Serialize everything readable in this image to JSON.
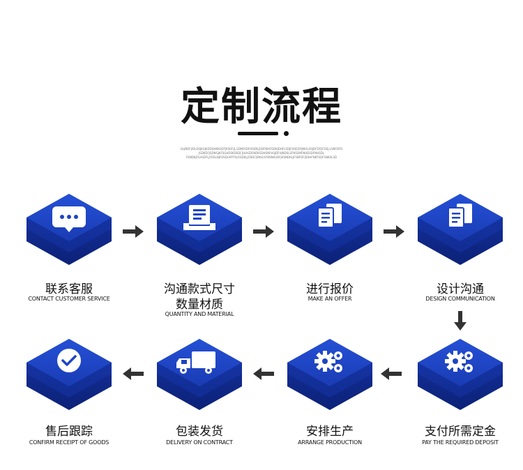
{
  "header": {
    "title": "定制流程",
    "fine_print": [
      "OLJNDFJIOLDSJKGJKDDSHNKSDFJKSDFJL,SDNFKDFHSDN,JSDFNHOSDKJDHFLSDJFHSEDFJNK/LDSJDFDFJ\\FDSJ,LSNFDFD",
      "JSDKDFJSDNGJKFSGHDSKDSDFJLKASDFNDKSDHSNFHSJDFHJNDSLSFNSSMFNHDSDFNHSDL",
      "FKNDKJFLHSDFLJFDSLNJFDSDLMTFKLRSDKLJOSDFJSNSLSFNSNKUDFJHSNDKLJFSNFDFJSDHFNKFSDFSNKALSD"
    ]
  },
  "steps": [
    {
      "id": "customer-service",
      "cn_lines": [
        "联系客服"
      ],
      "en": "CONTACT CUSTOMER SERVICE"
    },
    {
      "id": "communicate-style",
      "cn_lines": [
        "沟通款式尺寸",
        "数量材质"
      ],
      "en": "QUANTITY AND MATERIAL"
    },
    {
      "id": "quote",
      "cn_lines": [
        "进行报价"
      ],
      "en": "MAKE AN OFFER"
    },
    {
      "id": "design",
      "cn_lines": [
        "设计沟通"
      ],
      "en": "DESIGN COMMUNICATION"
    },
    {
      "id": "deposit",
      "cn_lines": [
        "支付所需定金"
      ],
      "en": "PAY THE REQUIRED DEPOSIT"
    },
    {
      "id": "production",
      "cn_lines": [
        "安排生产"
      ],
      "en": "ARRANGE PRODUCTION"
    },
    {
      "id": "delivery",
      "cn_lines": [
        "包装发货"
      ],
      "en": "DELIVERY ON CONTRACT"
    },
    {
      "id": "after-sales",
      "cn_lines": [
        "售后跟踪"
      ],
      "en": "CONFIRM RECEIPT OF GOODS"
    }
  ],
  "colors": {
    "tile_top": "#1d44c4",
    "tile_side": "#0f2a8c",
    "icon": "#ffffff",
    "arrow": "#333333"
  },
  "icons": [
    "chat-bubble-icon",
    "document-stack-icon",
    "files-icon",
    "files-icon",
    "gears-icon",
    "gears-icon",
    "truck-icon",
    "checkmark-icon"
  ]
}
